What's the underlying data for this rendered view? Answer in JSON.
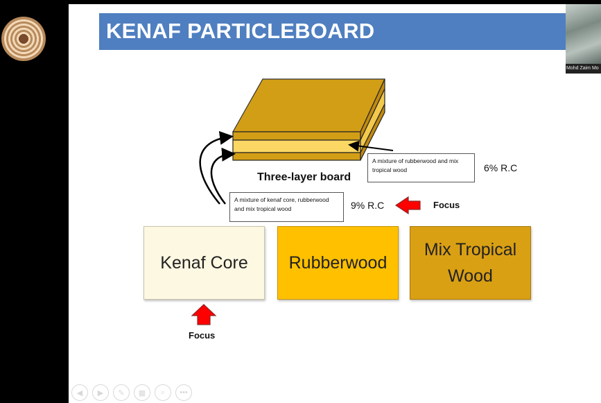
{
  "slide": {
    "title": "KENAF PARTICLEBOARD",
    "board_label": "Three-layer board",
    "surface_note": "A mixture of rubberwood and mix tropical wood",
    "core_note": "A mixture of kenaf core, rubberwood and mix tropical wood",
    "surface_rc": "6% R.C",
    "core_rc": "9% R.C",
    "focus_label_right": "Focus",
    "focus_label_bottom": "Focus",
    "boxes": [
      {
        "label": "Kenaf Core",
        "color": "#fdf8e1"
      },
      {
        "label": "Rubberwood",
        "color": "#ffc000"
      },
      {
        "label": "Mix Tropical Wood",
        "color": "#daa014"
      }
    ],
    "arrow_color": "#ff0000"
  },
  "video": {
    "participant_name": "Mohd Zaim Mo"
  },
  "toolbar": {
    "icons": [
      "previous-icon",
      "next-icon",
      "pen-icon",
      "slides-icon",
      "zoom-icon",
      "more-icon"
    ],
    "glyphs": [
      "◀",
      "▶",
      "✎",
      "▦",
      "⌕",
      "•••"
    ]
  }
}
